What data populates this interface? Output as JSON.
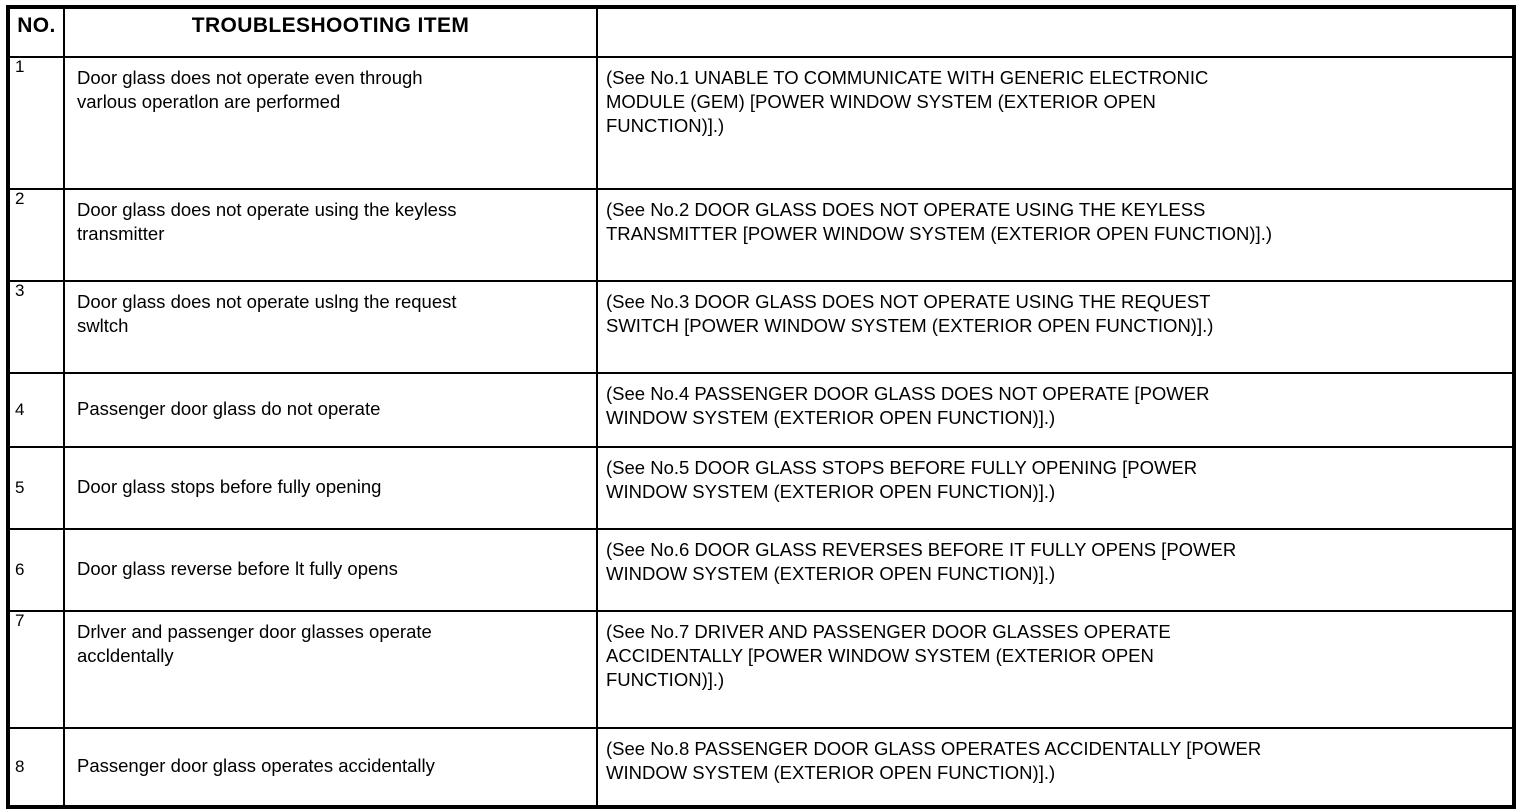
{
  "table": {
    "headers": {
      "no": "NO.",
      "item": "TROUBLESHOOTING ITEM",
      "reference": ""
    },
    "rows": [
      {
        "no": "1",
        "item_lines": [
          "Door glass does not operate even through",
          "varlous operatlon are performed"
        ],
        "reference_lines": [
          "(See No.1 UNABLE TO COMMUNICATE WITH GENERIC ELECTRONIC",
          "MODULE (GEM) [POWER WINDOW SYSTEM (EXTERIOR OPEN",
          "FUNCTION)].)"
        ]
      },
      {
        "no": "2",
        "item_lines": [
          "Door glass does not operate using the keyless",
          "transmitter"
        ],
        "reference_lines": [
          "(See No.2 DOOR GLASS DOES NOT OPERATE USING THE KEYLESS",
          "TRANSMITTER [POWER WINDOW SYSTEM (EXTERIOR OPEN FUNCTION)].)"
        ]
      },
      {
        "no": "3",
        "item_lines": [
          "Door glass does not operate uslng the request",
          "swltch"
        ],
        "reference_lines": [
          "(See No.3 DOOR GLASS DOES NOT OPERATE USING THE REQUEST",
          "SWITCH [POWER WINDOW SYSTEM (EXTERIOR OPEN FUNCTION)].)"
        ]
      },
      {
        "no": "4",
        "item_lines": [
          "Passenger door glass do not operate"
        ],
        "reference_lines": [
          "(See No.4 PASSENGER DOOR GLASS DOES NOT OPERATE [POWER",
          "WINDOW SYSTEM (EXTERIOR OPEN FUNCTION)].)"
        ]
      },
      {
        "no": "5",
        "item_lines": [
          "Door glass stops before fully opening"
        ],
        "reference_lines": [
          "(See No.5 DOOR GLASS STOPS BEFORE FULLY OPENING [POWER",
          "WINDOW SYSTEM (EXTERIOR OPEN FUNCTION)].)"
        ]
      },
      {
        "no": "6",
        "item_lines": [
          "Door glass reverse before lt fully opens"
        ],
        "reference_lines": [
          "(See No.6 DOOR GLASS REVERSES BEFORE IT FULLY OPENS [POWER",
          "WINDOW SYSTEM (EXTERIOR OPEN FUNCTION)].)"
        ]
      },
      {
        "no": "7",
        "item_lines": [
          "Drlver and passenger door glasses operate",
          "accldentally"
        ],
        "reference_lines": [
          "(See No.7 DRIVER AND PASSENGER DOOR GLASSES OPERATE",
          "ACCIDENTALLY [POWER WINDOW SYSTEM (EXTERIOR OPEN",
          "FUNCTION)].)"
        ]
      },
      {
        "no": "8",
        "item_lines": [
          "Passenger door glass operates accidentally"
        ],
        "reference_lines": [
          "(See No.8 PASSENGER DOOR GLASS OPERATES ACCIDENTALLY [POWER",
          "WINDOW SYSTEM (EXTERIOR OPEN FUNCTION)].)"
        ]
      }
    ]
  },
  "colors": {
    "text": "#000000",
    "background": "#ffffff",
    "border": "#000000"
  }
}
